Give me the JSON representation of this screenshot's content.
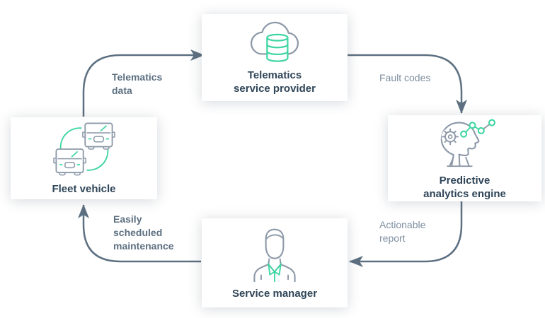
{
  "nodes": {
    "telematics_service_provider": {
      "label": "Telematics\nservice provider",
      "icon": "cloud-database-icon"
    },
    "fleet_vehicle": {
      "label": "Fleet vehicle",
      "icon": "fleet-trucks-icon"
    },
    "predictive_analytics_engine": {
      "label": "Predictive\nanalytics engine",
      "icon": "head-gear-chart-icon"
    },
    "service_manager": {
      "label": "Service manager",
      "icon": "person-icon"
    }
  },
  "edges": {
    "fleet_to_telematics": {
      "from": "fleet_vehicle",
      "to": "telematics_service_provider",
      "label": "Telematics\ndata"
    },
    "telematics_to_predictive": {
      "from": "telematics_service_provider",
      "to": "predictive_analytics_engine",
      "label": "Fault codes"
    },
    "predictive_to_service": {
      "from": "predictive_analytics_engine",
      "to": "service_manager",
      "label": "Actionable\nreport"
    },
    "service_to_fleet": {
      "from": "service_manager",
      "to": "fleet_vehicle",
      "label": "Easily\nscheduled\nmaintenance"
    }
  },
  "colors": {
    "background": "#ffffff",
    "card_background": "#ffffff",
    "node_label": "#2f4558",
    "arrow": "#5d7081",
    "edge_label_emphasis": "#5d7081",
    "edge_label_regular": "#7e8fa0",
    "icon_outline_gray": "#8d99a8",
    "icon_accent_green": "#3fd6a2"
  }
}
